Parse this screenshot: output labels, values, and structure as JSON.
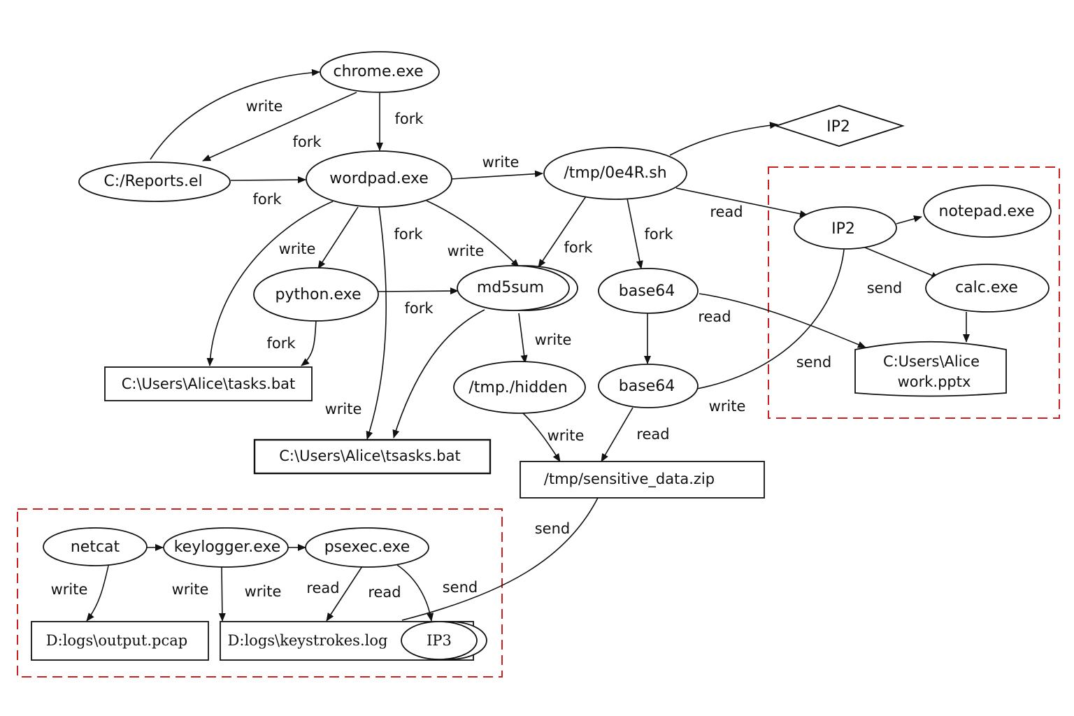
{
  "nodes": {
    "chrome": "chrome.exe",
    "reports": "C:/Reports.el",
    "wordpad": "wordpad.exe",
    "tmp_sh": "/tmp/0e4R.sh",
    "ip2_diamond": "IP2",
    "ip2_ellipse": "IP2",
    "notepad": "notepad.exe",
    "calc": "calc.exe",
    "work_pptx_line1": "C:Users\\Alice",
    "work_pptx_line2": "work.pptx",
    "python": "python.exe",
    "md5sum": "md5sum",
    "base64_a": "base64",
    "base64_b": "base64",
    "tasks_bat": "C:\\Users\\Alice\\tasks.bat",
    "tsasks_bat": "C:\\Users\\Alice\\tsasks.bat",
    "tmp_hidden": "/tmp./hidden",
    "sensitive_zip": "/tmp/sensitive_data.zip",
    "netcat": "netcat",
    "keylogger": "keylogger.exe",
    "psexec": "psexec.exe",
    "output_pcap": "D:logs\\output.pcap",
    "keystrokes_log": "D:logs\\keystrokes.log",
    "ip3": "IP3"
  },
  "edge_labels": {
    "reports_chrome_write": "write",
    "chrome_reports_fork": "fork",
    "chrome_wordpad_fork": "fork",
    "reports_wordpad_fork": "fork",
    "wordpad_sh_write": "write",
    "wordpad_tasks_write": "write",
    "wordpad_tsasks_fork": "fork",
    "wordpad_md5_write": "write",
    "sh_md5_fork": "fork",
    "sh_base64_fork": "fork",
    "sh_ip2_read": "read",
    "python_md5_fork": "fork",
    "python_tasks_fork": "fork",
    "md5_hidden_write": "write",
    "base64_pptx_read": "read",
    "tsasks_write": "write",
    "hidden_zip_write": "write",
    "base64_zip_read": "read",
    "base64_ip2_write": "write",
    "ip2_send": "send",
    "ip2_curve_send": "send",
    "zip_send": "send",
    "netcat_write": "write",
    "keylogger_write_a": "write",
    "keylogger_write_b": "write",
    "psexec_read_a": "read",
    "psexec_read_b": "read",
    "psexec_send": "send"
  },
  "colors": {
    "stroke": "#111111",
    "group_border": "#cc1f1f",
    "background": "#ffffff"
  }
}
